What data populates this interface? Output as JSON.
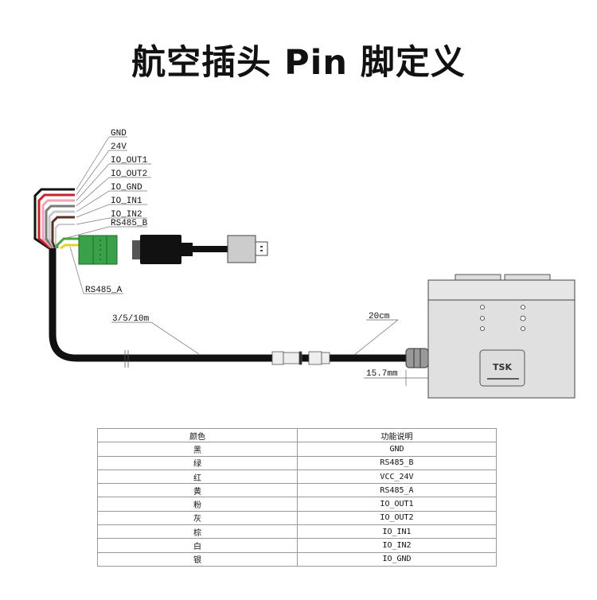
{
  "title": "航空插头 Pin 脚定义",
  "wire_labels": [
    "GND",
    "24V",
    "IO_OUT1",
    "IO_OUT2",
    "IO_GND",
    "IO_IN1",
    "IO_IN2",
    "RS485_B"
  ],
  "rs485a_label": "RS485_A",
  "dimensions": {
    "long_cable": "3/5/10m",
    "short_cable": "20cm",
    "gland": "15.7mm"
  },
  "logo_text": "TSK",
  "wire_colors": [
    "#111111",
    "#c8232b",
    "#e9a6b8",
    "#7a7a7a",
    "#c9c9c9",
    "#5a3222",
    "#ffffff",
    "#4aa63c",
    "#e5d228"
  ],
  "table": {
    "headers": [
      "颜色",
      "功能说明"
    ],
    "rows": [
      [
        "黑",
        "GND"
      ],
      [
        "绿",
        "RS485_B"
      ],
      [
        "红",
        "VCC_24V"
      ],
      [
        "黄",
        "RS485_A"
      ],
      [
        "粉",
        "IO_OUT1"
      ],
      [
        "灰",
        "IO_OUT2"
      ],
      [
        "棕",
        "IO_IN1"
      ],
      [
        "白",
        "IO_IN2"
      ],
      [
        "银",
        "IO_GND"
      ]
    ]
  }
}
